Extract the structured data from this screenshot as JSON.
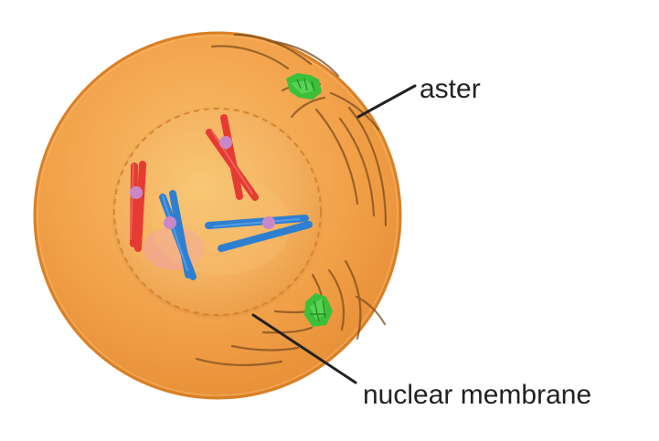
{
  "labels": {
    "aster": "aster",
    "nuclear_membrane": "nuclear membrane"
  },
  "colors": {
    "cytoplasm_outer": "#E88E2F",
    "cytoplasm_inner": "#F6B45F",
    "nucleus_fill": "#F4B160",
    "nucleus_edge": "#D9832F",
    "chromosome_red": "#E53B32",
    "chromosome_blue": "#2F7FD0",
    "centromere": "#C989C9",
    "aster_green": "#3CBF3A",
    "fiber": "#7A4A1D",
    "leader_line": "#222222"
  },
  "icons": {
    "cell": "cell-body",
    "nucleus": "nucleus",
    "aster_top": "aster-icon",
    "aster_bottom": "aster-icon"
  }
}
